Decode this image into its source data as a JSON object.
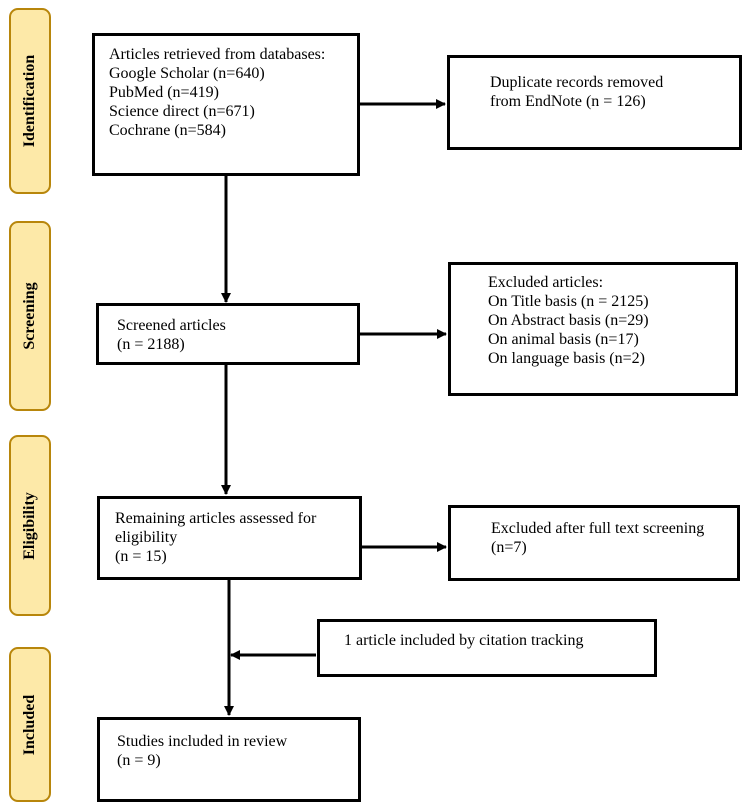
{
  "phases": {
    "identification": "Identification",
    "screening": "Screening",
    "eligibility": "Eligibility",
    "included": "Included"
  },
  "boxes": {
    "retrieved": {
      "lines": [
        "Articles retrieved from databases:",
        "Google Scholar (n=640)",
        "PubMed (n=419)",
        "Science direct (n=671)",
        "Cochrane (n=584)"
      ]
    },
    "duplicates": {
      "lines": [
        "Duplicate records removed",
        "from EndNote (n = 126)"
      ]
    },
    "screened": {
      "lines": [
        "Screened articles",
        "(n = 2188)"
      ]
    },
    "excluded": {
      "lines": [
        "Excluded articles:",
        "On Title basis (n = 2125)",
        "On Abstract basis (n=29)",
        "On animal basis (n=17)",
        "On language basis (n=2)"
      ]
    },
    "remaining": {
      "lines": [
        "Remaining articles assessed for",
        "eligibility",
        "(n = 15)"
      ]
    },
    "fulltext_excluded": {
      "lines": [
        "Excluded after full text screening",
        "(n=7)"
      ]
    },
    "citation": {
      "lines": [
        "1 article included by citation tracking"
      ]
    },
    "included": {
      "lines": [
        "Studies included in review",
        "(n = 9)"
      ]
    }
  }
}
